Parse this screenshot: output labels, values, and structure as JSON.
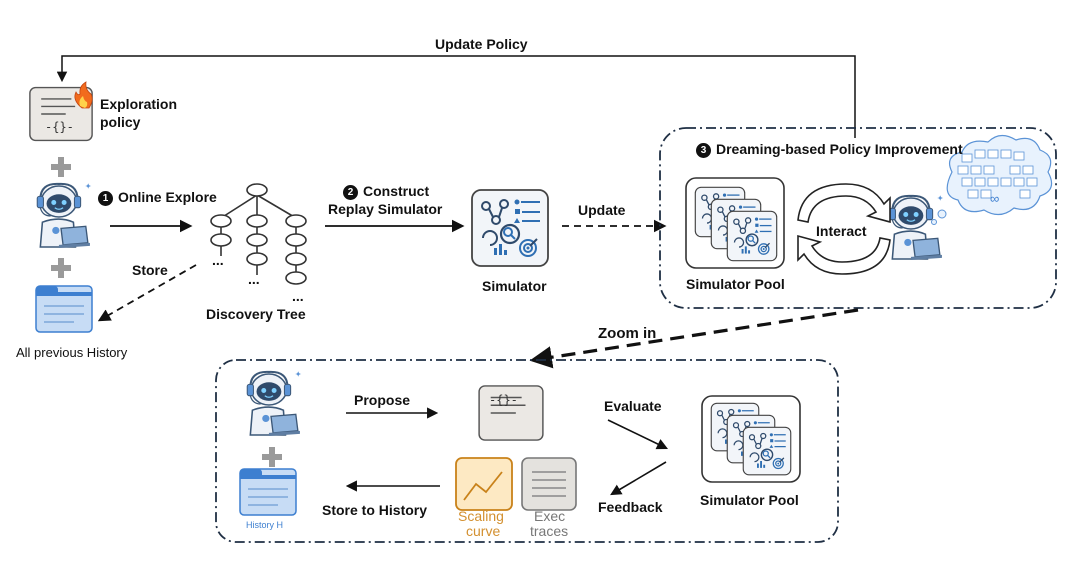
{
  "labels": {
    "update_policy": "Update Policy",
    "exploration_policy_line1": "Exploration",
    "exploration_policy_line2": "policy",
    "code_braces": "-{}-",
    "step1_number": "1",
    "step1_label": "Online Explore",
    "store": "Store",
    "all_previous_history": "All previous History",
    "ellipsis": "...",
    "discovery_tree": "Discovery Tree",
    "step2_number": "2",
    "step2_line1": "Construct",
    "step2_line2": "Replay Simulator",
    "simulator": "Simulator",
    "update": "Update",
    "step3_number": "3",
    "step3_label": "Dreaming-based Policy Improvement",
    "simulator_pool": "Simulator Pool",
    "interact": "Interact",
    "infinity": "∞",
    "zoom_in": "Zoom in",
    "propose": "Propose",
    "evaluate": "Evaluate",
    "feedback": "Feedback",
    "store_to_history": "Store to History",
    "history_h": "History H",
    "scaling_curve_line1": "Scaling",
    "scaling_curve_line2": "curve",
    "exec_traces_line1": "Exec",
    "exec_traces_line2": "traces",
    "simulator_pool_bottom": "Simulator Pool"
  },
  "colors": {
    "doc_fill": "#ebe8e4",
    "doc_stroke": "#444444",
    "history_fill": "#c7dcf5",
    "history_header": "#3d7fd0",
    "robot_body": "#e9eef5",
    "robot_blue": "#5b93d6",
    "scaling_fill": "#fde9c3",
    "scaling_stroke": "#c9821a",
    "scaling_text": "#d39030",
    "exec_fill": "#e4e2de",
    "exec_text": "#777777",
    "fire": "#f26b1d",
    "panel_stroke": "#1f2f44"
  }
}
